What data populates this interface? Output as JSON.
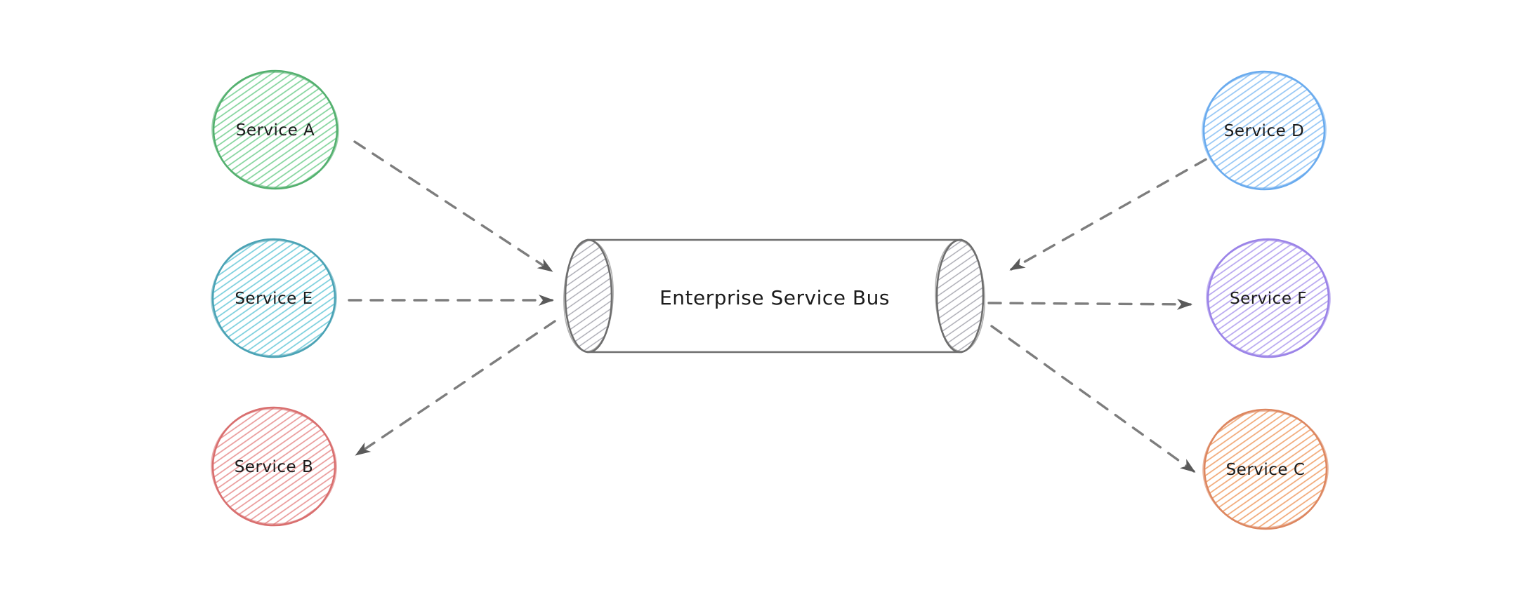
{
  "canvas": {
    "background": "#ffffff"
  },
  "diagram": {
    "bus": {
      "label": "Enterprise Service Bus",
      "stroke": "#6e6e6e",
      "hatch": "#a9a9b2",
      "fill": "#ffffff"
    },
    "nodes": [
      {
        "id": "service-a",
        "label": "Service A",
        "stroke": "#54b06f",
        "hatch": "#82d49c",
        "position": "left-top"
      },
      {
        "id": "service-e",
        "label": "Service E",
        "stroke": "#4ba3b5",
        "hatch": "#79cfdd",
        "position": "left-middle"
      },
      {
        "id": "service-b",
        "label": "Service B",
        "stroke": "#d96f6f",
        "hatch": "#ea9a9a",
        "position": "left-bottom"
      },
      {
        "id": "service-d",
        "label": "Service D",
        "stroke": "#6aabee",
        "hatch": "#94c6f5",
        "position": "right-top"
      },
      {
        "id": "service-f",
        "label": "Service F",
        "stroke": "#9b83e8",
        "hatch": "#b7a6f0",
        "position": "right-middle"
      },
      {
        "id": "service-c",
        "label": "Service C",
        "stroke": "#dd8760",
        "hatch": "#f2a876",
        "position": "right-bottom"
      }
    ],
    "edges": [
      {
        "from": "Service A",
        "to": "Enterprise Service Bus",
        "style": "dashed"
      },
      {
        "from": "Service E",
        "to": "Enterprise Service Bus",
        "style": "dashed"
      },
      {
        "from": "Enterprise Service Bus",
        "to": "Service B",
        "style": "dashed"
      },
      {
        "from": "Service D",
        "to": "Enterprise Service Bus",
        "style": "dashed"
      },
      {
        "from": "Enterprise Service Bus",
        "to": "Service F",
        "style": "dashed"
      },
      {
        "from": "Enterprise Service Bus",
        "to": "Service C",
        "style": "dashed"
      }
    ],
    "edge_color": "#7d7d7d",
    "arrowhead_color": "#5a5a5a"
  }
}
